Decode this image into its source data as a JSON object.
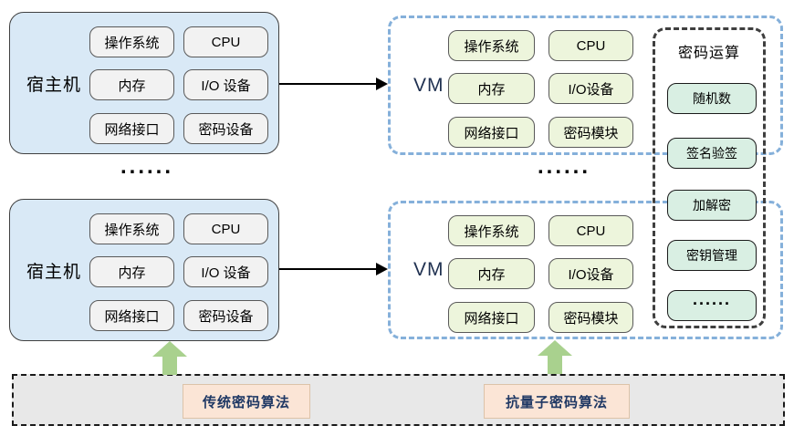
{
  "hosts": [
    {
      "label": "宿主机",
      "components": [
        "操作系统",
        "CPU",
        "内存",
        "I/O 设备",
        "网络接口",
        "密码设备"
      ]
    },
    {
      "label": "宿主机",
      "components": [
        "操作系统",
        "CPU",
        "内存",
        "I/O 设备",
        "网络接口",
        "密码设备"
      ]
    }
  ],
  "vms": [
    {
      "label": "VM",
      "components": [
        "操作系统",
        "CPU",
        "内存",
        "I/O设备",
        "网络接口",
        "密码模块"
      ]
    },
    {
      "label": "VM",
      "components": [
        "操作系统",
        "CPU",
        "内存",
        "I/O设备",
        "网络接口",
        "密码模块"
      ]
    }
  ],
  "crypto_ops": {
    "title": "密码运算",
    "items": [
      "随机数",
      "签名验签",
      "加解密",
      "密钥管理",
      "......"
    ]
  },
  "separators": {
    "hosts_ellipsis": "......",
    "vms_ellipsis": "......"
  },
  "bottom_band": {
    "algorithms": [
      "传统密码算法",
      "抗量子密码算法"
    ]
  },
  "colors": {
    "host_fill": "#d9e9f6",
    "host_item_fill": "#f2f2f2",
    "vm_border": "#85b0da",
    "vm_item_fill": "#edf5dc",
    "crypto_border": "#3f3f3f",
    "crypto_item_fill": "#d9efe3",
    "band_fill": "#e8e8e8",
    "algorithm_fill": "#fbe5d6",
    "algorithm_text": "#1f3864",
    "green_arrow": "#a9d18e"
  }
}
